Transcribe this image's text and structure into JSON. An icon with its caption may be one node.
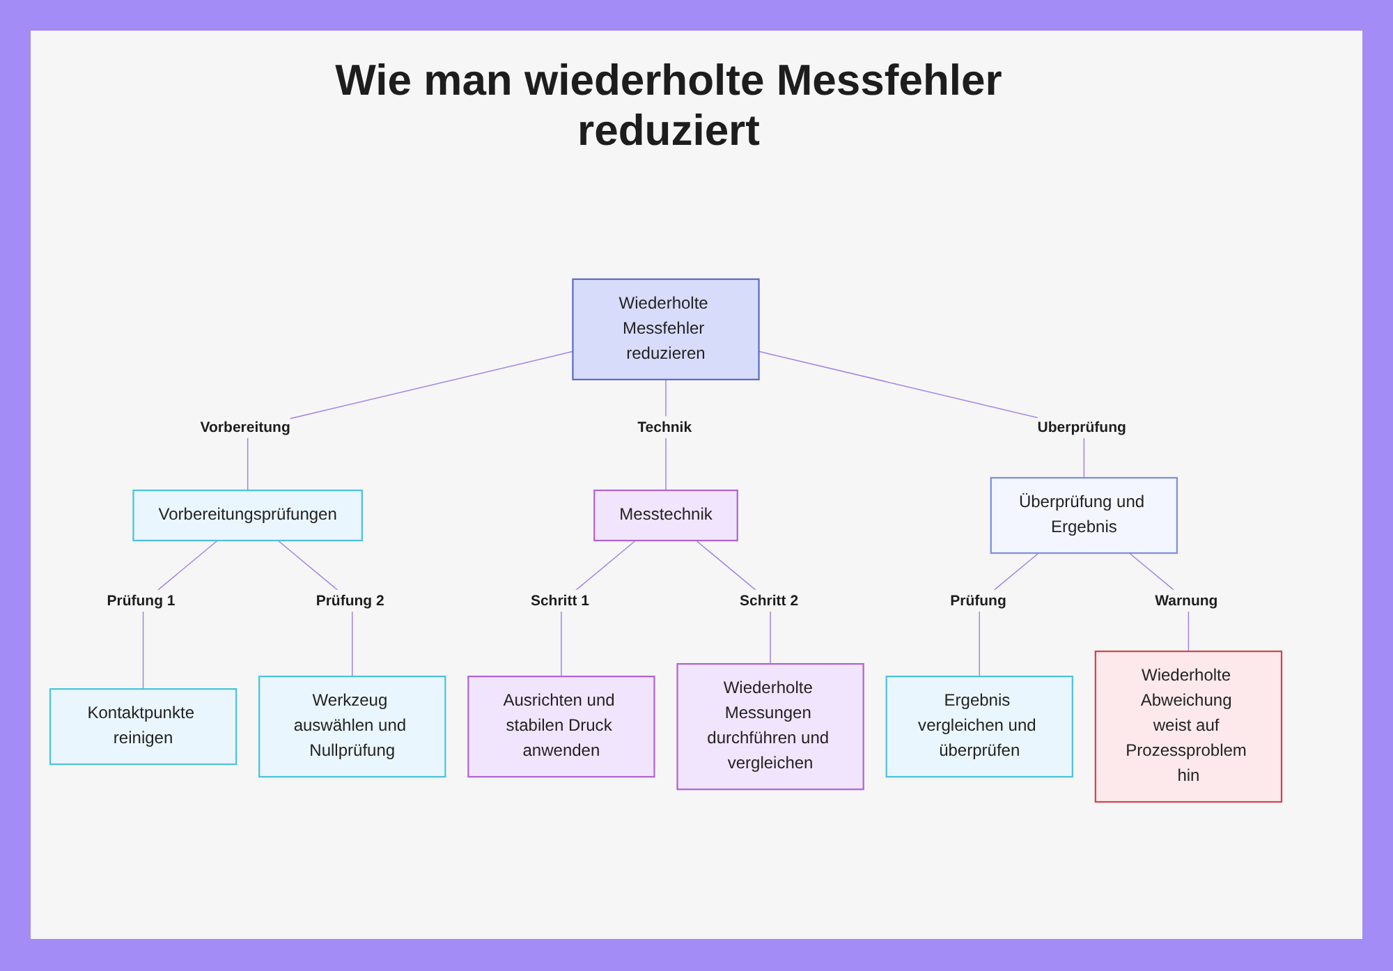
{
  "diagram": {
    "title": "Wie man wiederholte Messfehler reduziert",
    "nodes": [
      {
        "text": [
          "Wiederholte Messfehler reduzieren"
        ]
      },
      {
        "text": [
          "Vorbereitungsprüfungen"
        ]
      },
      {
        "text": [
          "Messtechnik"
        ]
      },
      {
        "text": [
          "Überprüfung und Ergebnis"
        ]
      },
      {
        "text": [
          "Kontaktpunkte reinigen"
        ]
      },
      {
        "text": [
          "Werkzeug auswählen und Nullprüfung"
        ]
      },
      {
        "text": [
          "Ausrichten und stabilen Druck anwenden"
        ]
      },
      {
        "text": [
          "Wiederholte Messungen durchführen und vergleichen"
        ]
      },
      {
        "text": [
          "Ergebnis vergleichen und überprüfen"
        ]
      },
      {
        "text": [
          "Wiederholte Abweichung weist auf Prozessproblem hin"
        ]
      }
    ],
    "edges": [
      {
        "from": 0,
        "to": 1,
        "arrow": "none",
        "label": "Vorbereitung"
      },
      {
        "from": 0,
        "to": 2,
        "arrow": "none",
        "label": "Technik"
      },
      {
        "from": 0,
        "to": 3,
        "arrow": "none",
        "label": "Uberprüfung"
      },
      {
        "from": 1,
        "to": 4,
        "arrow": "none",
        "label": "Prüfung 1"
      },
      {
        "from": 1,
        "to": 5,
        "arrow": "none",
        "label": "Prüfung 2"
      },
      {
        "from": 2,
        "to": 6,
        "arrow": "none",
        "label": "Schritt 1"
      },
      {
        "from": 2,
        "to": 7,
        "arrow": "none",
        "label": "Schritt 2"
      },
      {
        "from": 3,
        "to": 8,
        "arrow": "none",
        "label": "Prüfung"
      },
      {
        "from": 3,
        "to": 9,
        "arrow": "none",
        "label": "Warnung"
      }
    ]
  }
}
